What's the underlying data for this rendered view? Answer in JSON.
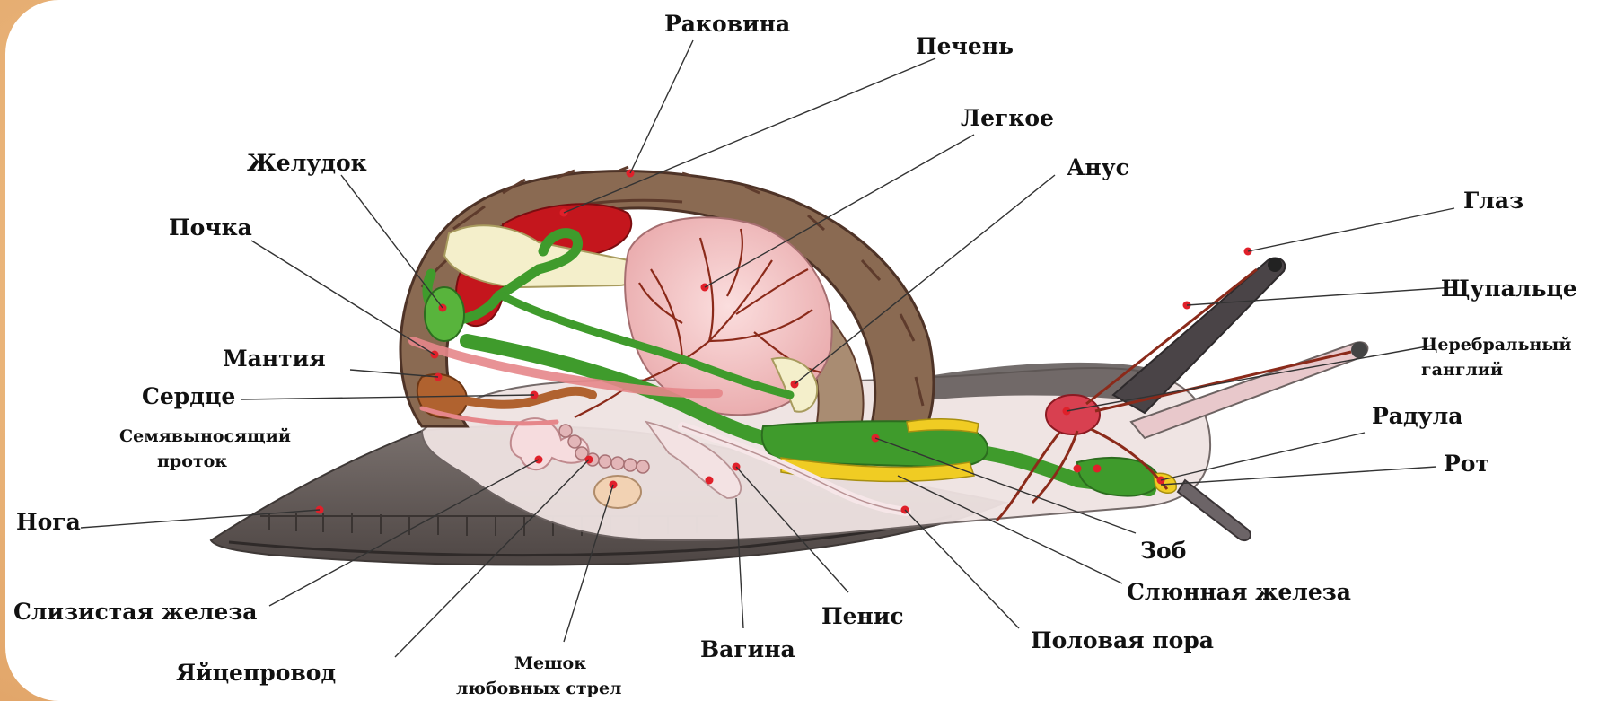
{
  "labels": {
    "rakovina": "Раковина",
    "pechen": "Печень",
    "legkoe": "Легкое",
    "anus": "Анус",
    "zheludok": "Желудок",
    "pochka": "Почка",
    "glaz": "Глаз",
    "shchupaltse": "Щупальце",
    "cerebral_1": "Церебральный",
    "cerebral_2": "ганглий",
    "mantiya": "Мантия",
    "serdtse": "Сердце",
    "semyavynos_1": "Семявыносящий",
    "semyavynos_2": "проток",
    "radula": "Радула",
    "rot": "Рот",
    "noga": "Нога",
    "zob": "Зоб",
    "slyunnaya": "Слюнная железа",
    "slizistaya": "Слизистая железа",
    "penis": "Пенис",
    "polovaya": "Половая пора",
    "vagina": "Вагина",
    "yaytsevod": "Яйцепровод",
    "meshok_1": "Мешок",
    "meshok_2": "любовных стрел"
  },
  "colors": {
    "shell": "#8a6a52",
    "shell_stripe": "#5e3b2c",
    "body": "#f1e6e4",
    "foot": "#6b6360",
    "foot_dark": "#4c4543",
    "gut": "#3f9b2c",
    "liver": "#c4161d",
    "lung": "#f1c2c2",
    "vessels": "#8b2a1a",
    "kidney": "#f4efcb",
    "gland": "#f0cc23",
    "tentacle": "#4a4447",
    "marker": "#e0202a"
  }
}
